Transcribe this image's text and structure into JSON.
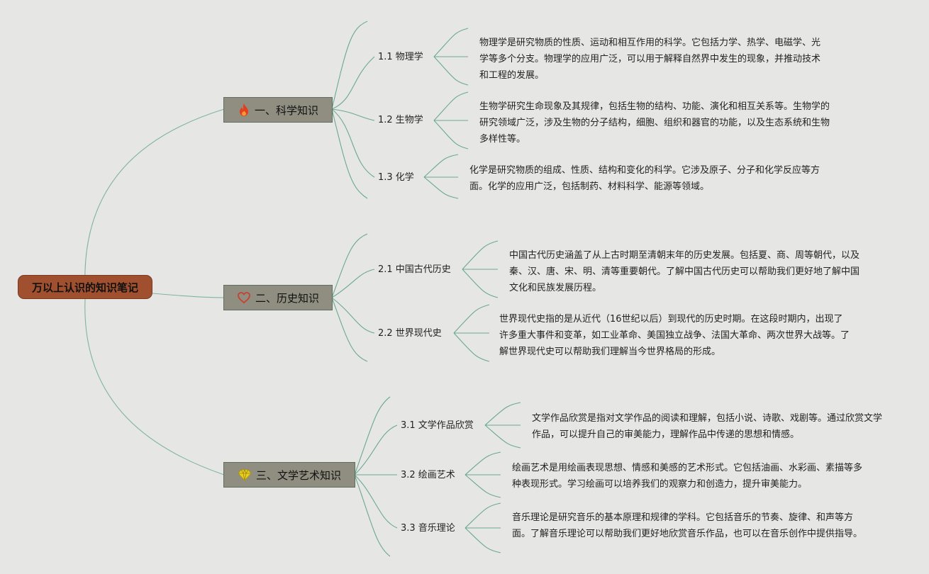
{
  "colors": {
    "root_bg": "#a0502e",
    "category_bg": "#8f8e80",
    "wire_main": "#7fb59a",
    "wire_branch": "#6aa891"
  },
  "root": {
    "label": "万以上认识的知识笔记"
  },
  "categories": [
    {
      "label": "一、科学知识",
      "icon": "flame-icon",
      "icon_color": "#e2401e",
      "subtopics": [
        {
          "label": "1.1 物理学",
          "description": "物理学是研究物质的性质、运动和相互作用的科学。它包括力学、热学、电磁学、光学等多个分支。物理学的应用广泛，可以用于解释自然界中发生的现象，并推动技术和工程的发展。"
        },
        {
          "label": "1.2 生物学",
          "description": "生物学研究生命现象及其规律，包括生物的结构、功能、演化和相互关系等。生物学的研究领域广泛，涉及生物的分子结构，细胞、组织和器官的功能，以及生态系统和生物多样性等。"
        },
        {
          "label": "1.3 化学",
          "description": "化学是研究物质的组成、性质、结构和变化的科学。它涉及原子、分子和化学反应等方面。化学的应用广泛，包括制药、材料科学、能源等领域。"
        }
      ]
    },
    {
      "label": "二、历史知识",
      "icon": "heart-icon",
      "icon_color": "#c9402e",
      "subtopics": [
        {
          "label": "2.1 中国古代历史",
          "description": "中国古代历史涵盖了从上古时期至清朝末年的历史发展。包括夏、商、周等朝代，以及秦、汉、唐、宋、明、清等重要朝代。了解中国古代历史可以帮助我们更好地了解中国文化和民族发展历程。"
        },
        {
          "label": "2.2 世界现代史",
          "description": "世界现代史指的是从近代（16世纪以后）到现代的历史时期。在这段时期内，出现了许多重大事件和变革，如工业革命、美国独立战争、法国大革命、两次世界大战等。了解世界现代史可以帮助我们理解当今世界格局的形成。"
        }
      ]
    },
    {
      "label": "三、文学艺术知识",
      "icon": "diamond-icon",
      "icon_color": "#e8d020",
      "subtopics": [
        {
          "label": "3.1 文学作品欣赏",
          "description": "文学作品欣赏是指对文学作品的阅读和理解，包括小说、诗歌、戏剧等。通过欣赏文学作品，可以提升自己的审美能力，理解作品中传递的思想和情感。"
        },
        {
          "label": "3.2 绘画艺术",
          "description": "绘画艺术是用绘画表现思想、情感和美感的艺术形式。它包括油画、水彩画、素描等多种表现形式。学习绘画可以培养我们的观察力和创造力，提升审美能力。"
        },
        {
          "label": "3.3 音乐理论",
          "description": "音乐理论是研究音乐的基本原理和规律的学科。它包括音乐的节奏、旋律、和声等方面。了解音乐理论可以帮助我们更好地欣赏音乐作品，也可以在音乐创作中提供指导。"
        }
      ]
    }
  ]
}
